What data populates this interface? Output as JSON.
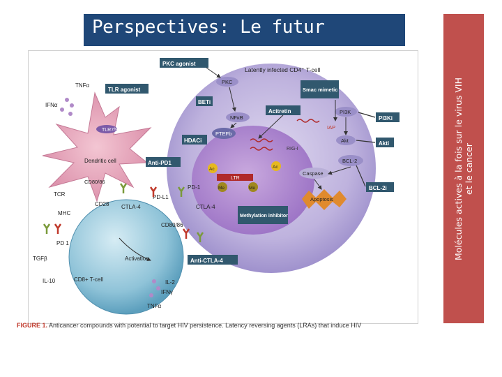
{
  "slide": {
    "title": "Perspectives: Le futur",
    "side_note_line1": "Molécules actives à la fois sur le virus VIH",
    "side_note_line2": "et le cancer"
  },
  "figure": {
    "caption_label": "FIGURE 1.",
    "caption_text": "Anticancer compounds with potential to target HIV persistence. Latency reversing agents (LRAs) that induce HIV",
    "cells": {
      "latent": "Latently infected CD4⁺ T-cell",
      "dendritic": "Dendritic cell",
      "cd8": "CD8+ T-cell"
    },
    "drugs": {
      "pkc_agonist": "PKC agonist",
      "tlr_agonist": "TLR agonist",
      "beti": "BETi",
      "smac_mimetic": "Smac mimetic",
      "acitretin": "Acitretin",
      "hdaci": "HDACi",
      "anti_pd1": "Anti-PD1",
      "pi3ki": "PI3Ki",
      "akti": "Akti",
      "bcl2i": "BCL-2i",
      "methylation_inhibitor": "Methylation inhibitor",
      "anti_ctla4": "Anti-CTLA-4"
    },
    "labels": {
      "pkc": "PKC",
      "nfkb": "NFκB",
      "ptefb": "PTEFb",
      "pi3k": "PI3K",
      "iap": "IAP",
      "akt": "Akt",
      "bcl2": "BCL-2",
      "rigi": "RIG-I",
      "caspase": "Caspase",
      "apoptosis": "Apoptosis",
      "ltr": "LTR",
      "ac": "Ac",
      "me": "Me",
      "tlr79": "TLR7/9",
      "tnfa": "TNFα",
      "ifna": "IFNα",
      "cd80_86": "CD80/86",
      "tcr": "TCR",
      "mhc": "MHC",
      "cd28": "CD28",
      "pdl1": "PD-L1",
      "pd1": "PD-1",
      "pd1_b": "PD 1",
      "ctla4": "CTLA-4",
      "cd80_86b": "CD80/86",
      "tgfb": "TGFβ",
      "il10": "IL-10",
      "il2": "IL-2",
      "ifng": "IFNγ",
      "tnfa_b": "TNFα",
      "activation": "Activation"
    }
  }
}
